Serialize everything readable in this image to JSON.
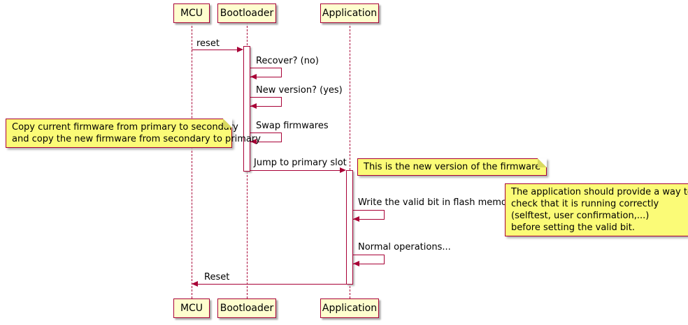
{
  "diagram": {
    "type": "sequence-diagram"
  },
  "participants": [
    {
      "name": "MCU"
    },
    {
      "name": "Bootloader"
    },
    {
      "name": "Application"
    }
  ],
  "messages": {
    "reset": "reset",
    "recover": "Recover? (no)",
    "new_version": "New version? (yes)",
    "swap": "Swap firmwares",
    "jump": "Jump to primary slot",
    "write_valid": "Write the valid bit in flash memory",
    "normal_ops": "Normal operations...",
    "reset_back": "Reset"
  },
  "notes": {
    "copy": {
      "lines": [
        "Copy current firmware from primary to secondary",
        "and copy the new firmware from secondary to primary"
      ]
    },
    "new_version": {
      "lines": [
        "This is the new version of the firmware"
      ]
    },
    "valid_bit": {
      "lines": [
        "The application should provide a way to",
        "check that it is running correctly",
        "(selftest, user confirmation,...)",
        "before setting the valid bit."
      ]
    }
  },
  "colors": {
    "box_fill": "#FEFECE",
    "note_fill": "#FBFB77",
    "border": "#A80036",
    "arrow": "#A80036",
    "lifeline": "#A80036",
    "text": "#000000",
    "background": "#FFFFFF"
  }
}
